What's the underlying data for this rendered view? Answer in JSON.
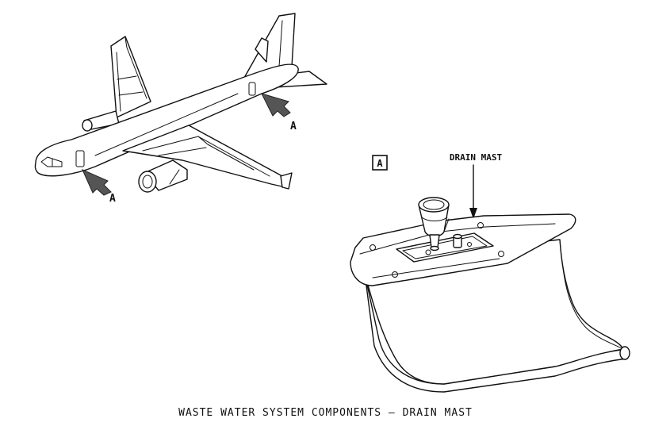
{
  "caption": "WASTE WATER SYSTEM COMPONENTS – DRAIN MAST",
  "labels": {
    "view_a": "A",
    "arrow_front": "A",
    "arrow_rear": "A",
    "drain_mast": "DRAIN MAST"
  },
  "icons": [
    "airplane-icon",
    "arrow-icon",
    "drain-mast-icon"
  ]
}
